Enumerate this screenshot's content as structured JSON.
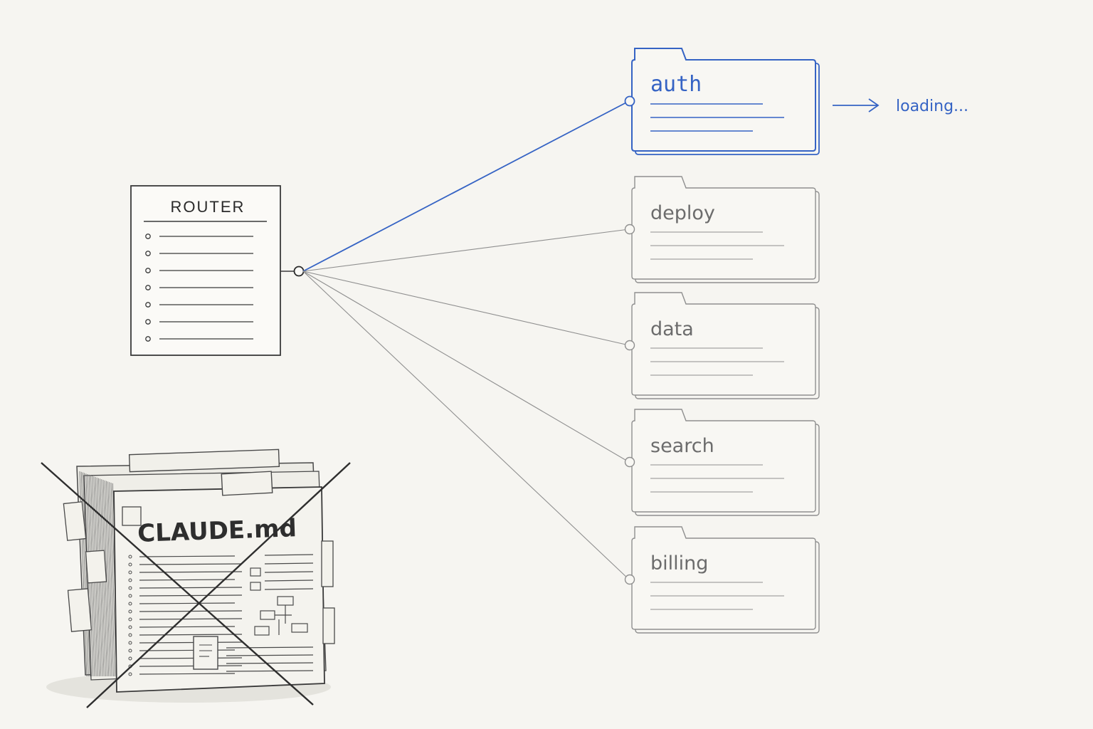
{
  "router": {
    "title": "ROUTER"
  },
  "monolith": {
    "title": "CLAUDE.md"
  },
  "modules": [
    {
      "label": "auth",
      "state": "active"
    },
    {
      "label": "deploy",
      "state": "inactive"
    },
    {
      "label": "data",
      "state": "inactive"
    },
    {
      "label": "search",
      "state": "inactive"
    },
    {
      "label": "billing",
      "state": "inactive"
    }
  ],
  "status": {
    "text": "loading..."
  },
  "colors": {
    "active": "#3563c4",
    "inactive": "#8f8f8f",
    "ink": "#2a2a2a",
    "background": "#f6f5f1"
  }
}
